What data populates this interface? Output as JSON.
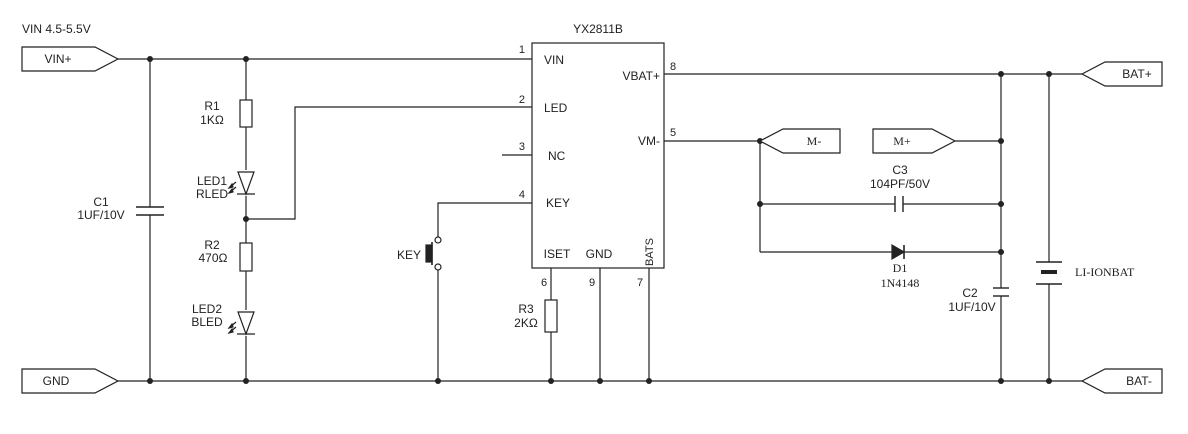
{
  "supply_label": "VIN 4.5-5.5V",
  "ports": {
    "vin_plus": "VIN+",
    "gnd": "GND",
    "bat_plus": "BAT+",
    "bat_minus": "BAT-",
    "m_minus": "M-",
    "m_plus": "M+"
  },
  "ic": {
    "name": "YX2811B",
    "pins": {
      "vin": {
        "num": "1",
        "label": "VIN"
      },
      "led": {
        "num": "2",
        "label": "LED"
      },
      "nc": {
        "num": "3",
        "label": "NC"
      },
      "key": {
        "num": "4",
        "label": "KEY"
      },
      "vbat": {
        "num": "8",
        "label": "VBAT+"
      },
      "vm": {
        "num": "5",
        "label": "VM-"
      },
      "iset": {
        "num": "6",
        "label": "ISET"
      },
      "gnd": {
        "num": "9",
        "label": "GND"
      },
      "bats": {
        "num": "7",
        "label": "BATS"
      }
    }
  },
  "components": {
    "r1": {
      "ref": "R1",
      "value": "1KΩ"
    },
    "led1": {
      "ref": "LED1",
      "value": "RLED"
    },
    "r2": {
      "ref": "R2",
      "value": "470Ω"
    },
    "led2": {
      "ref": "LED2",
      "value": "BLED"
    },
    "c1": {
      "ref": "C1",
      "value": "1UF/10V"
    },
    "r3": {
      "ref": "R3",
      "value": "2KΩ"
    },
    "key": {
      "ref": "KEY"
    },
    "c3": {
      "ref": "C3",
      "value": "104PF/50V"
    },
    "d1": {
      "ref": "D1",
      "value": "1N4148"
    },
    "c2": {
      "ref": "C2",
      "value": "1UF/10V"
    },
    "bat": {
      "ref": "LI-IONBAT"
    }
  },
  "colors": {
    "wire": "#222222",
    "background": "#ffffff"
  }
}
